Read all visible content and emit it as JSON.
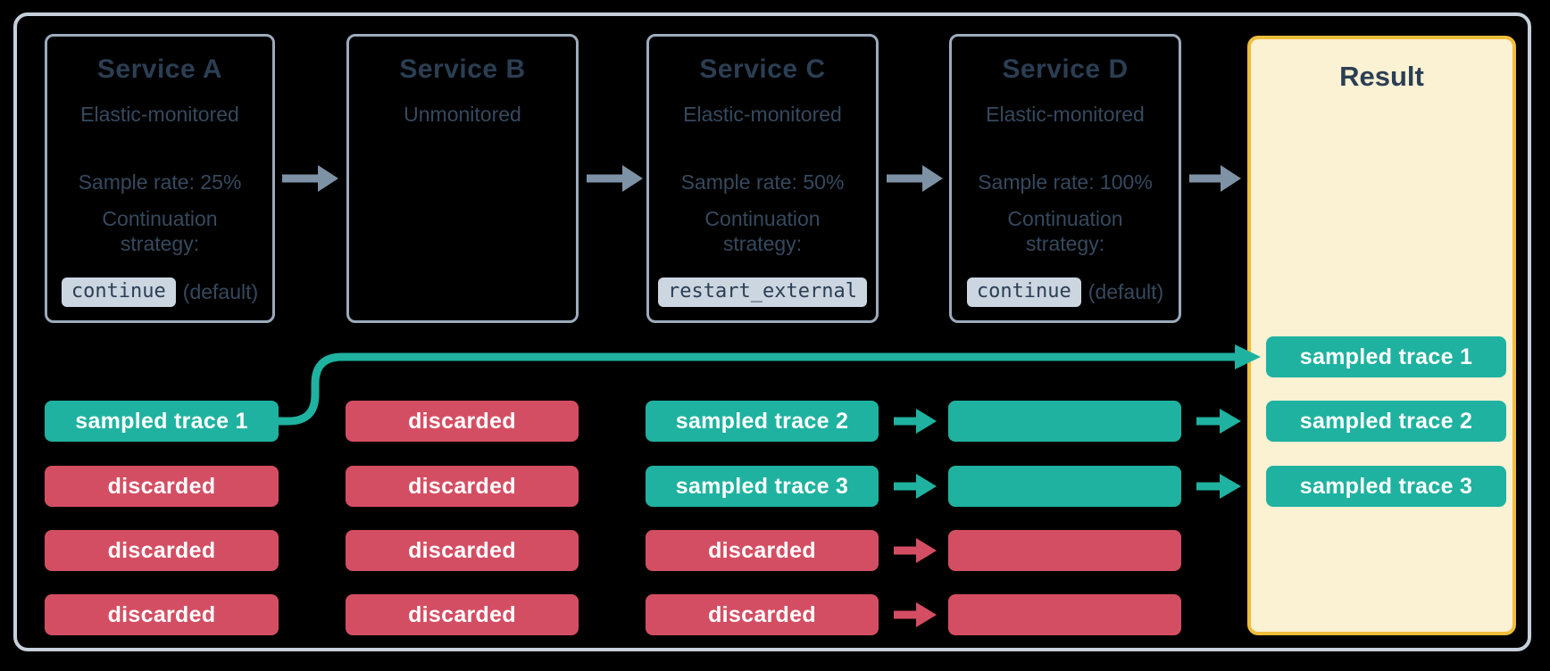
{
  "services": [
    {
      "title": "Service A",
      "monitoring": "Elastic-monitored",
      "sample_rate": "Sample rate: 25%",
      "continuation_label": "Continuation strategy:",
      "chip": "continue",
      "chip_suffix": "(default)"
    },
    {
      "title": "Service B",
      "monitoring": "Unmonitored"
    },
    {
      "title": "Service C",
      "monitoring": "Elastic-monitored",
      "sample_rate": "Sample rate: 50%",
      "continuation_label": "Continuation strategy:",
      "chip": "restart_external",
      "chip_suffix": ""
    },
    {
      "title": "Service D",
      "monitoring": "Elastic-monitored",
      "sample_rate": "Sample rate: 100%",
      "continuation_label": "Continuation strategy:",
      "chip": "continue",
      "chip_suffix": "(default)"
    }
  ],
  "result": {
    "title": "Result",
    "traces": [
      {
        "label": "sampled trace 1",
        "type": "sampled"
      },
      {
        "label": "sampled trace 2",
        "type": "sampled"
      },
      {
        "label": "sampled trace 3",
        "type": "sampled"
      }
    ]
  },
  "traces": {
    "service_a": [
      {
        "label": "sampled trace 1",
        "type": "sampled"
      },
      {
        "label": "discarded",
        "type": "discarded"
      },
      {
        "label": "discarded",
        "type": "discarded"
      },
      {
        "label": "discarded",
        "type": "discarded"
      }
    ],
    "service_b": [
      {
        "label": "discarded",
        "type": "discarded"
      },
      {
        "label": "discarded",
        "type": "discarded"
      },
      {
        "label": "discarded",
        "type": "discarded"
      },
      {
        "label": "discarded",
        "type": "discarded"
      }
    ],
    "service_c": [
      {
        "label": "sampled trace 2",
        "type": "sampled"
      },
      {
        "label": "sampled trace 3",
        "type": "sampled"
      },
      {
        "label": "discarded",
        "type": "discarded"
      },
      {
        "label": "discarded",
        "type": "discarded"
      }
    ],
    "service_d": [
      {
        "label": "",
        "type": "sampled"
      },
      {
        "label": "",
        "type": "sampled"
      },
      {
        "label": "",
        "type": "discarded"
      },
      {
        "label": "",
        "type": "discarded"
      }
    ]
  },
  "colors": {
    "background": "#000000",
    "outer_border": "#c6d0db",
    "service_box_border": "#9cabbc",
    "heading_navy": "#2b3e53",
    "body_text": "#36495e",
    "code_chip_bg": "#ccd6e1",
    "flow_arrow_gray": "#7e92a6",
    "sampled_teal": "#1fb2a0",
    "discarded_red": "#d44e63",
    "result_bg": "#fbf1d3",
    "result_border": "#f0bd3a"
  }
}
